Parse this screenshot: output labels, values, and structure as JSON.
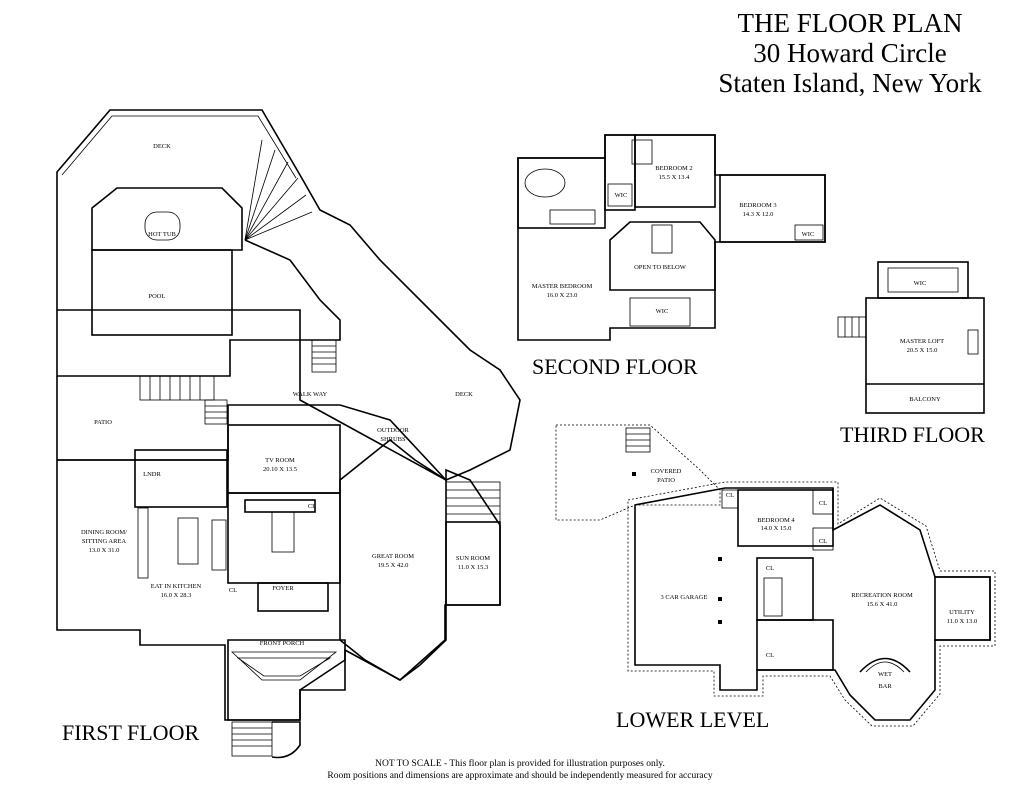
{
  "header": {
    "title": "THE FLOOR PLAN",
    "address_line1": "30 Howard Circle",
    "address_line2": "Staten Island, New York"
  },
  "floors": {
    "first": "FIRST FLOOR",
    "second": "SECOND FLOOR",
    "third": "THIRD FLOOR",
    "lower": "LOWER LEVEL"
  },
  "rooms": {
    "deck_top": "DECK",
    "hot_tub": "HOT TUB",
    "pool": "POOL",
    "walk_way": "WALK WAY",
    "deck_right": "DECK",
    "patio": "PATIO",
    "tv_room": "TV ROOM",
    "tv_room_dim": "20.10 X 13.5",
    "outdoor_shrubs_1": "OUTDOOR",
    "outdoor_shrubs_2": "SHRUBS",
    "lndr": "LNDR",
    "dining_1": "DINING ROOM/",
    "dining_2": "SITTING AREA",
    "dining_dim": "13.0 X 31.0",
    "kitchen": "EAT IN KITCHEN",
    "kitchen_dim": "16.0 X 28.3",
    "great_room": "GREAT ROOM",
    "great_room_dim": "19.5 X 42.0",
    "sun_room": "SUN ROOM",
    "sun_room_dim": "11.0 X 15.3",
    "foyer": "FOYER",
    "front_porch": "FRONT PORCH",
    "cl": "CL",
    "wic": "WIC",
    "bedroom2": "BEDROOM 2",
    "bedroom2_dim": "15.5 X 13.4",
    "bedroom3": "BEDROOM 3",
    "bedroom3_dim": "14.3 X 12.0",
    "open_below": "OPEN TO BELOW",
    "master_bedroom": "MASTER BEDROOM",
    "master_bedroom_dim": "16.0 X 23.0",
    "master_loft": "MASTER LOFT",
    "master_loft_dim": "20.5 X 15.0",
    "balcony": "BALCONY",
    "covered_patio_1": "COVERED",
    "covered_patio_2": "PATIO",
    "garage": "3 CAR GARAGE",
    "bedroom4": "BEDROOM 4",
    "bedroom4_dim": "14.0 X 15.0",
    "recreation": "RECREATION ROOM",
    "recreation_dim": "15.6 X 41.0",
    "utility": "UTILITY",
    "utility_dim": "11.0 X 13.0",
    "wet_bar_1": "WET",
    "wet_bar_2": "BAR"
  },
  "footer": {
    "line1": "NOT TO SCALE - This floor plan is provided for illustration purposes only.",
    "line2": "Room positions and dimensions are approximate and should be independently measured for accuracy"
  }
}
